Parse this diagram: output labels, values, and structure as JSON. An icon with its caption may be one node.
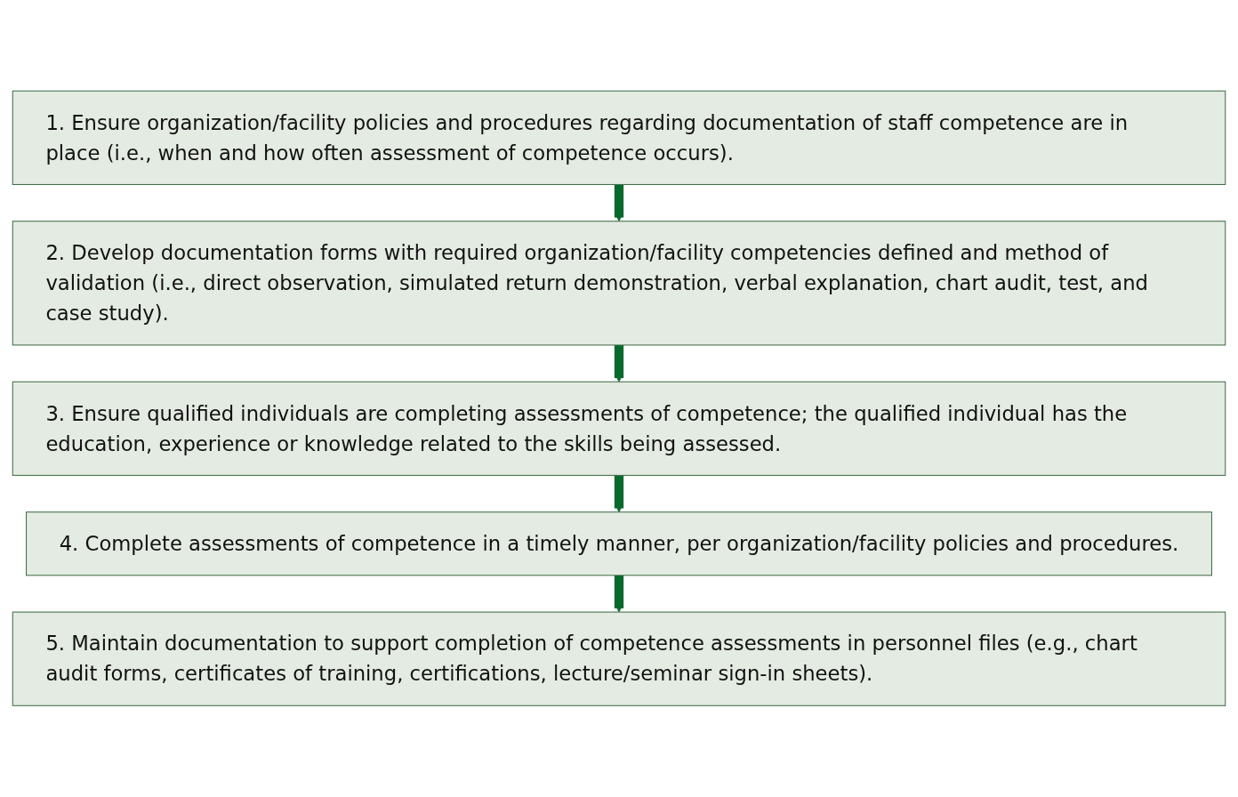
{
  "diagram": {
    "nodes": [
      {
        "text": [
          "1. Ensure organization/facility policies and procedures regarding documentation of staff competence are in place (i.e., when and how often assessment of competence occurs)."
        ]
      },
      {
        "text": [
          "2. Develop documentation forms with required organization/facility competencies defined and method of validation (i.e., direct observation, simulated return demonstration, verbal explanation, chart audit, test, and case study)."
        ]
      },
      {
        "text": [
          "3. Ensure qualified individuals are completing assessments of competence; the qualified individual has the education, experience or knowledge related to the skills being assessed."
        ]
      },
      {
        "text": [
          "4. Complete assessments of competence in a timely manner, per organization/facility policies and procedures."
        ]
      },
      {
        "text": [
          "5. Maintain documentation to support completion of competence assessments in personnel files (e.g., chart audit forms, certificates of training, certifications, lecture/seminar sign-in sheets)."
        ]
      }
    ],
    "edges": [
      {
        "from": 0,
        "to": 1,
        "arrow": "to"
      },
      {
        "from": 1,
        "to": 2,
        "arrow": "to"
      },
      {
        "from": 2,
        "to": 3,
        "arrow": "to"
      },
      {
        "from": 3,
        "to": 4,
        "arrow": "to"
      }
    ]
  }
}
